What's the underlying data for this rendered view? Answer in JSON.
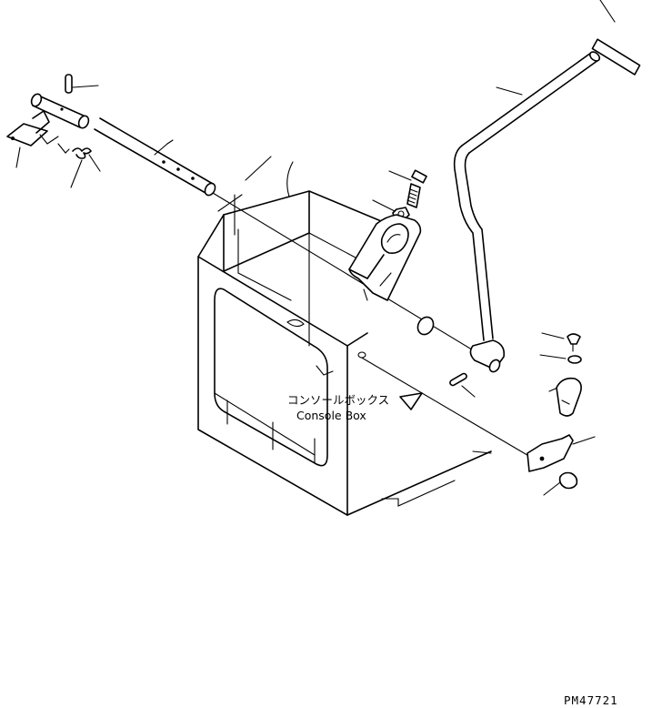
{
  "diagram": {
    "label_jp": "コンソールボックス",
    "label_en": "Console Box",
    "figure_code": "PM47721"
  }
}
